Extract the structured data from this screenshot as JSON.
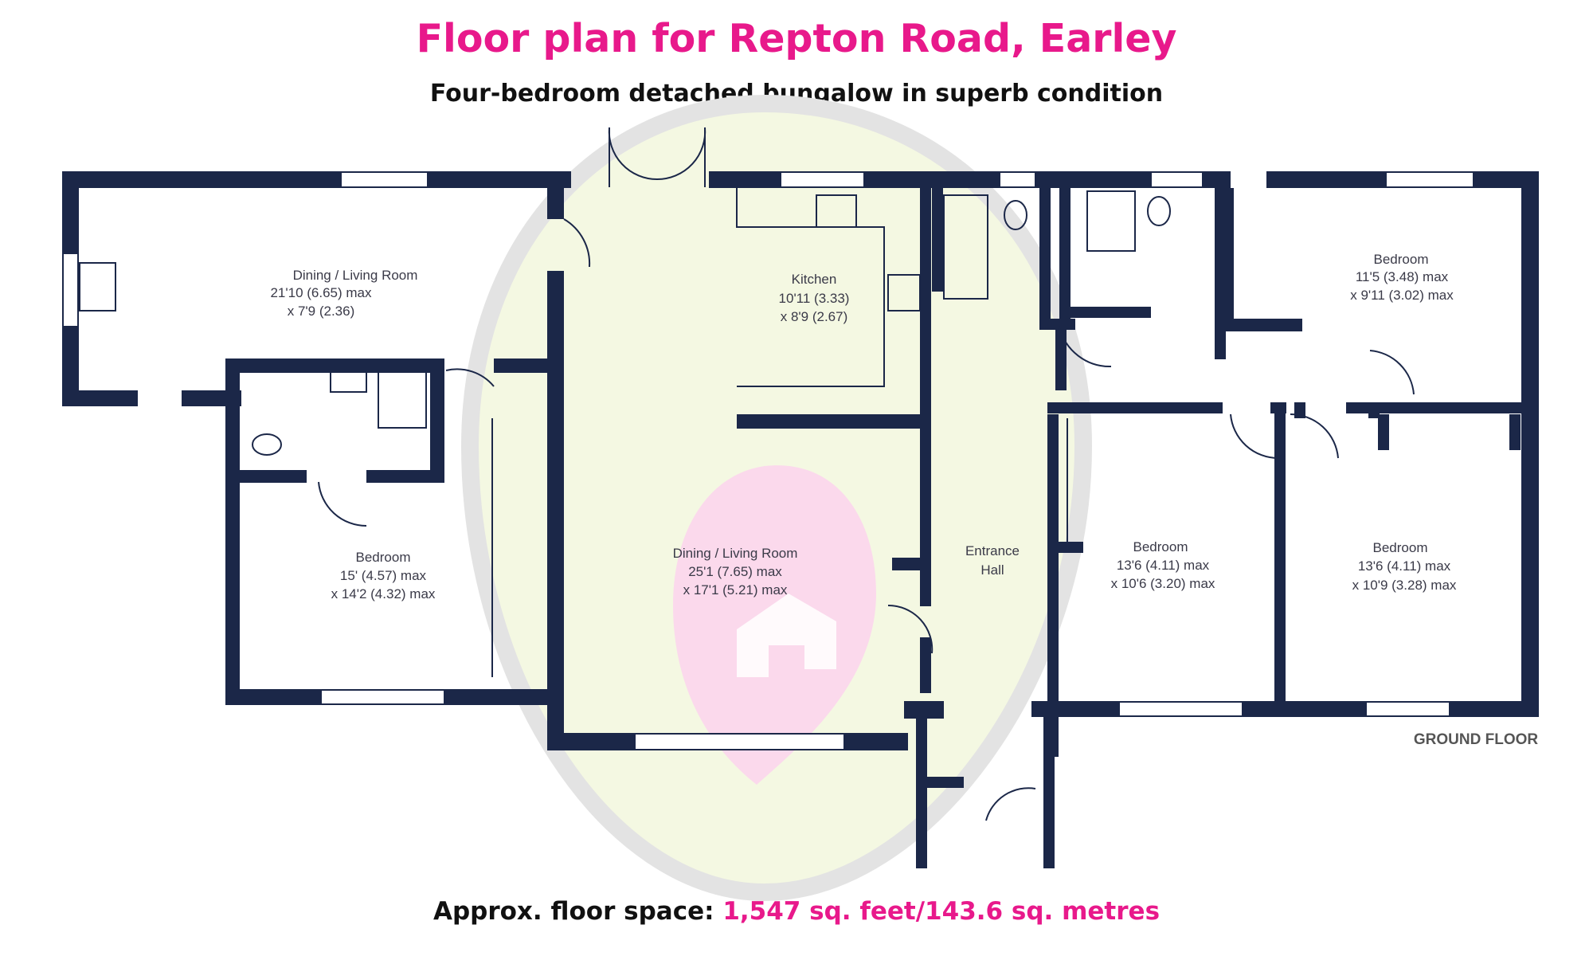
{
  "header": {
    "title": "Floor plan for Repton Road, Earley",
    "subtitle": "Four-bedroom detached bungalow in superb condition"
  },
  "footer": {
    "label": "Approx. floor space:",
    "value": "1,547 sq. feet/143.6 sq. metres"
  },
  "floor_label": "GROUND FLOOR",
  "rooms": {
    "dining_living_1": {
      "name": "Dining / Living Room",
      "dim1": "21'10 (6.65) max",
      "dim2": "x 7'9 (2.36)"
    },
    "kitchen": {
      "name": "Kitchen",
      "dim1": "10'11 (3.33)",
      "dim2": "x 8'9 (2.67)"
    },
    "bedroom_1": {
      "name": "Bedroom",
      "dim1": "11'5 (3.48) max",
      "dim2": "x 9'11 (3.02) max"
    },
    "bedroom_2": {
      "name": "Bedroom",
      "dim1": "15' (4.57) max",
      "dim2": "x 14'2 (4.32) max"
    },
    "dining_living_2": {
      "name": "Dining / Living Room",
      "dim1": "25'1 (7.65) max",
      "dim2": "x 17'1 (5.21) max"
    },
    "entrance_hall": {
      "name": "Entrance",
      "dim1": "Hall"
    },
    "bedroom_3": {
      "name": "Bedroom",
      "dim1": "13'6 (4.11) max",
      "dim2": "x 10'6 (3.20) max"
    },
    "bedroom_4": {
      "name": "Bedroom",
      "dim1": "13'6 (4.11) max",
      "dim2": "x 10'9 (3.28) max"
    }
  },
  "colors": {
    "wall": "#1b2748",
    "accent_pink": "#e8198b",
    "watermark_grey": "#e3e3e3",
    "watermark_green": "#f4f8e2",
    "watermark_pink": "#fbd9ec"
  }
}
